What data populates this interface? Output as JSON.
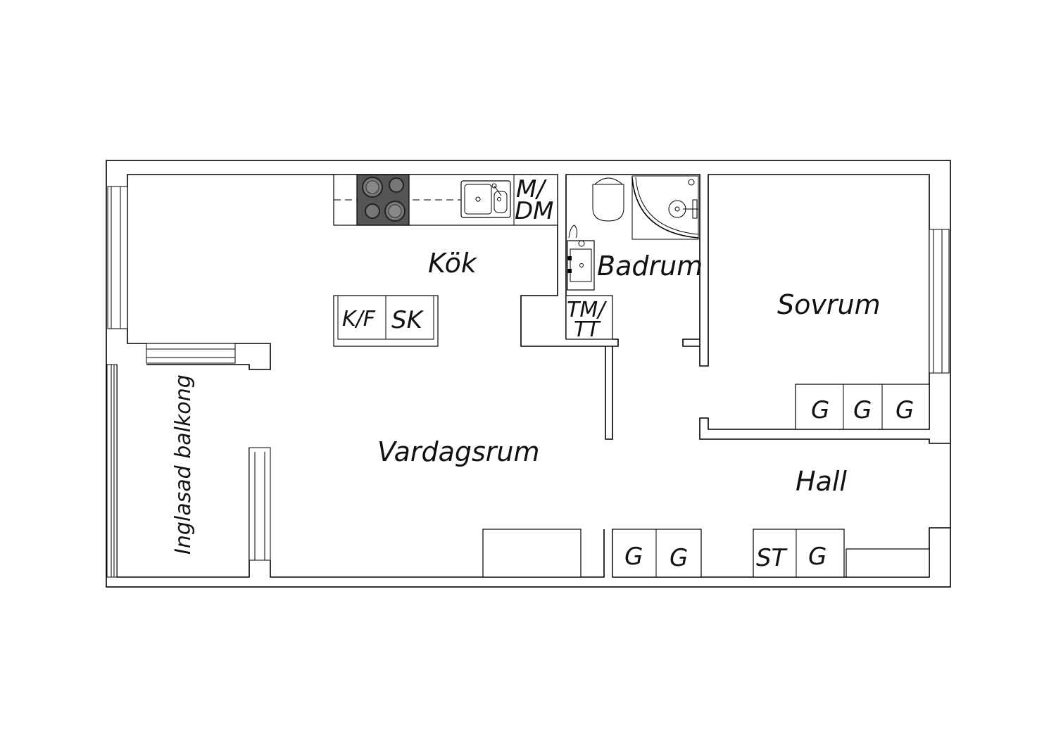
{
  "rooms": {
    "kitchen": "Kök",
    "bathroom": "Badrum",
    "bedroom": "Sovrum",
    "living_room": "Vardagsrum",
    "hall": "Hall",
    "balcony": "Inglasad balkong"
  },
  "fixtures": {
    "microwave_dishwasher_line1": "M/",
    "microwave_dishwasher_line2": "DM",
    "fridge_freezer": "K/F",
    "tall_cabinet": "SK",
    "washer_dryer_line1": "TM/",
    "washer_dryer_line2": "TT",
    "bedroom_wardrobes": [
      "G",
      "G",
      "G"
    ],
    "hall_wardrobes": [
      "G",
      "G"
    ],
    "hall_cleaning_cabinet": "ST",
    "hall_wardrobe": "G"
  },
  "colors": {
    "line": "#000000",
    "stove": "#555555",
    "background": "#ffffff"
  }
}
